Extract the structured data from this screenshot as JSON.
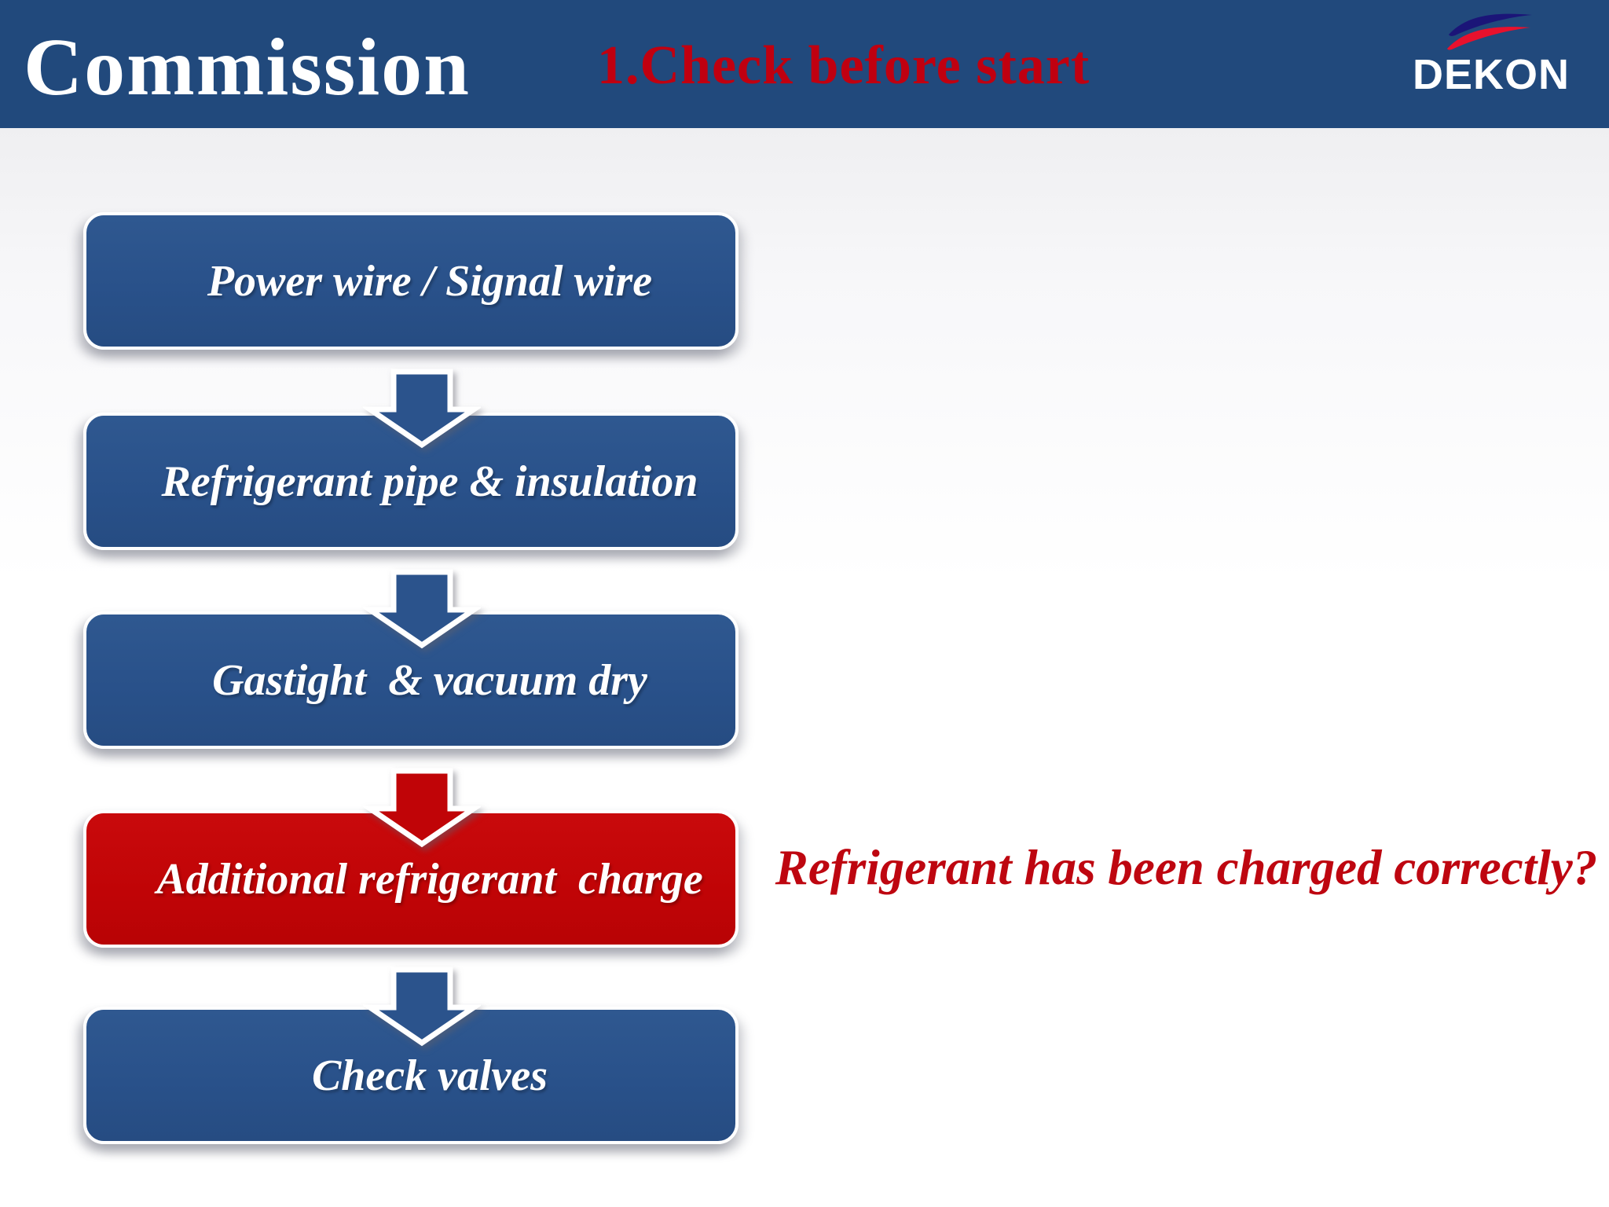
{
  "header": {
    "title": "Commission",
    "section_title": "1.Check before start",
    "brand": {
      "name": "DEKON"
    }
  },
  "flowchart": {
    "steps": [
      {
        "label": "Power wire / Signal wire",
        "variant": "blue"
      },
      {
        "label": "Refrigerant pipe & insulation",
        "variant": "blue"
      },
      {
        "label": "Gastight  & vacuum dry",
        "variant": "blue"
      },
      {
        "label": "Additional refrigerant  charge",
        "variant": "red"
      },
      {
        "label": "Check valves",
        "variant": "blue"
      }
    ],
    "connectors": [
      {
        "variant": "blue"
      },
      {
        "variant": "blue"
      },
      {
        "variant": "red"
      },
      {
        "variant": "blue"
      }
    ]
  },
  "annotation": {
    "question": "Refrigerant has been charged correctly?"
  },
  "colors": {
    "header_background": "#21497C",
    "box_blue": "#2B538C",
    "box_red": "#C00407",
    "section_title_red": "#C00010",
    "annotation_red": "#BE0610",
    "box_text": "#FFFFFF",
    "brand_wave_blue": "#1B1578",
    "brand_wave_red": "#E8112D"
  }
}
